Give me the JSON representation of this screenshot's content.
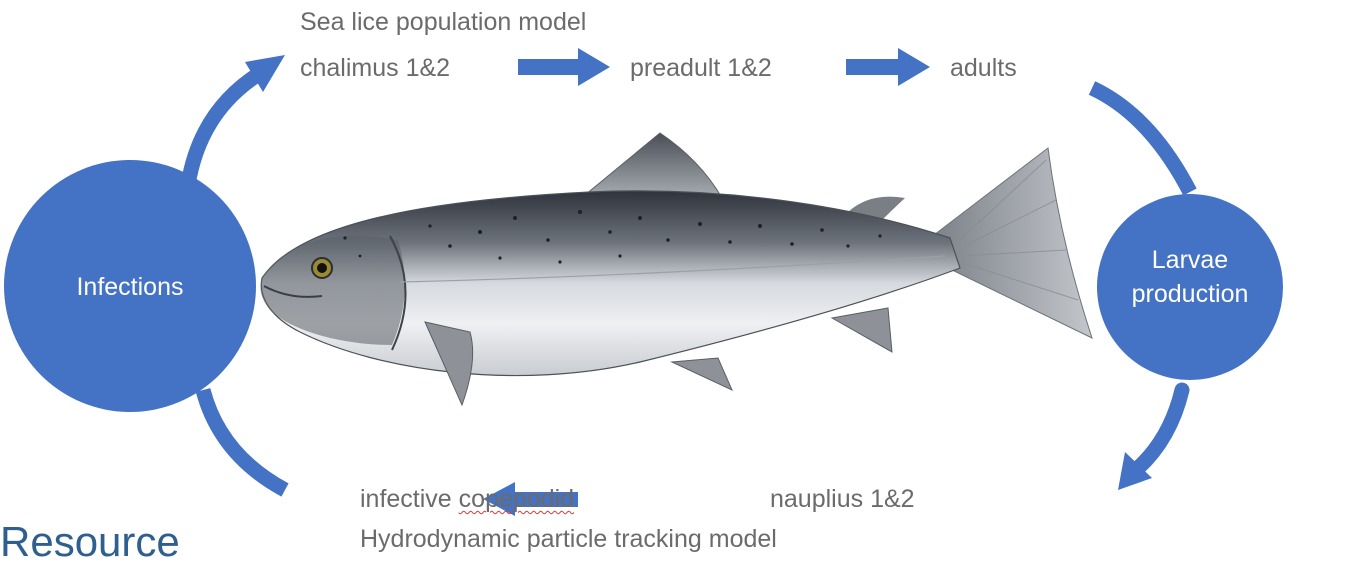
{
  "colors": {
    "accent": "#4472c4",
    "text": "#6b6b6b",
    "node_text": "#ffffff",
    "corner_text": "#2f5f8f"
  },
  "top_model": {
    "title": "Sea lice population model",
    "stages": [
      "chalimus 1&2",
      "preadult 1&2",
      "adults"
    ]
  },
  "bottom_model": {
    "stages": [
      "infective copepodid",
      "nauplius 1&2"
    ],
    "title": "Hydrodynamic particle tracking model"
  },
  "nodes": {
    "infections": "Infections",
    "larvae_line1": "Larvae",
    "larvae_line2": "production"
  },
  "corner_text": "Resource",
  "image": {
    "subject": "salmon-illustration"
  }
}
